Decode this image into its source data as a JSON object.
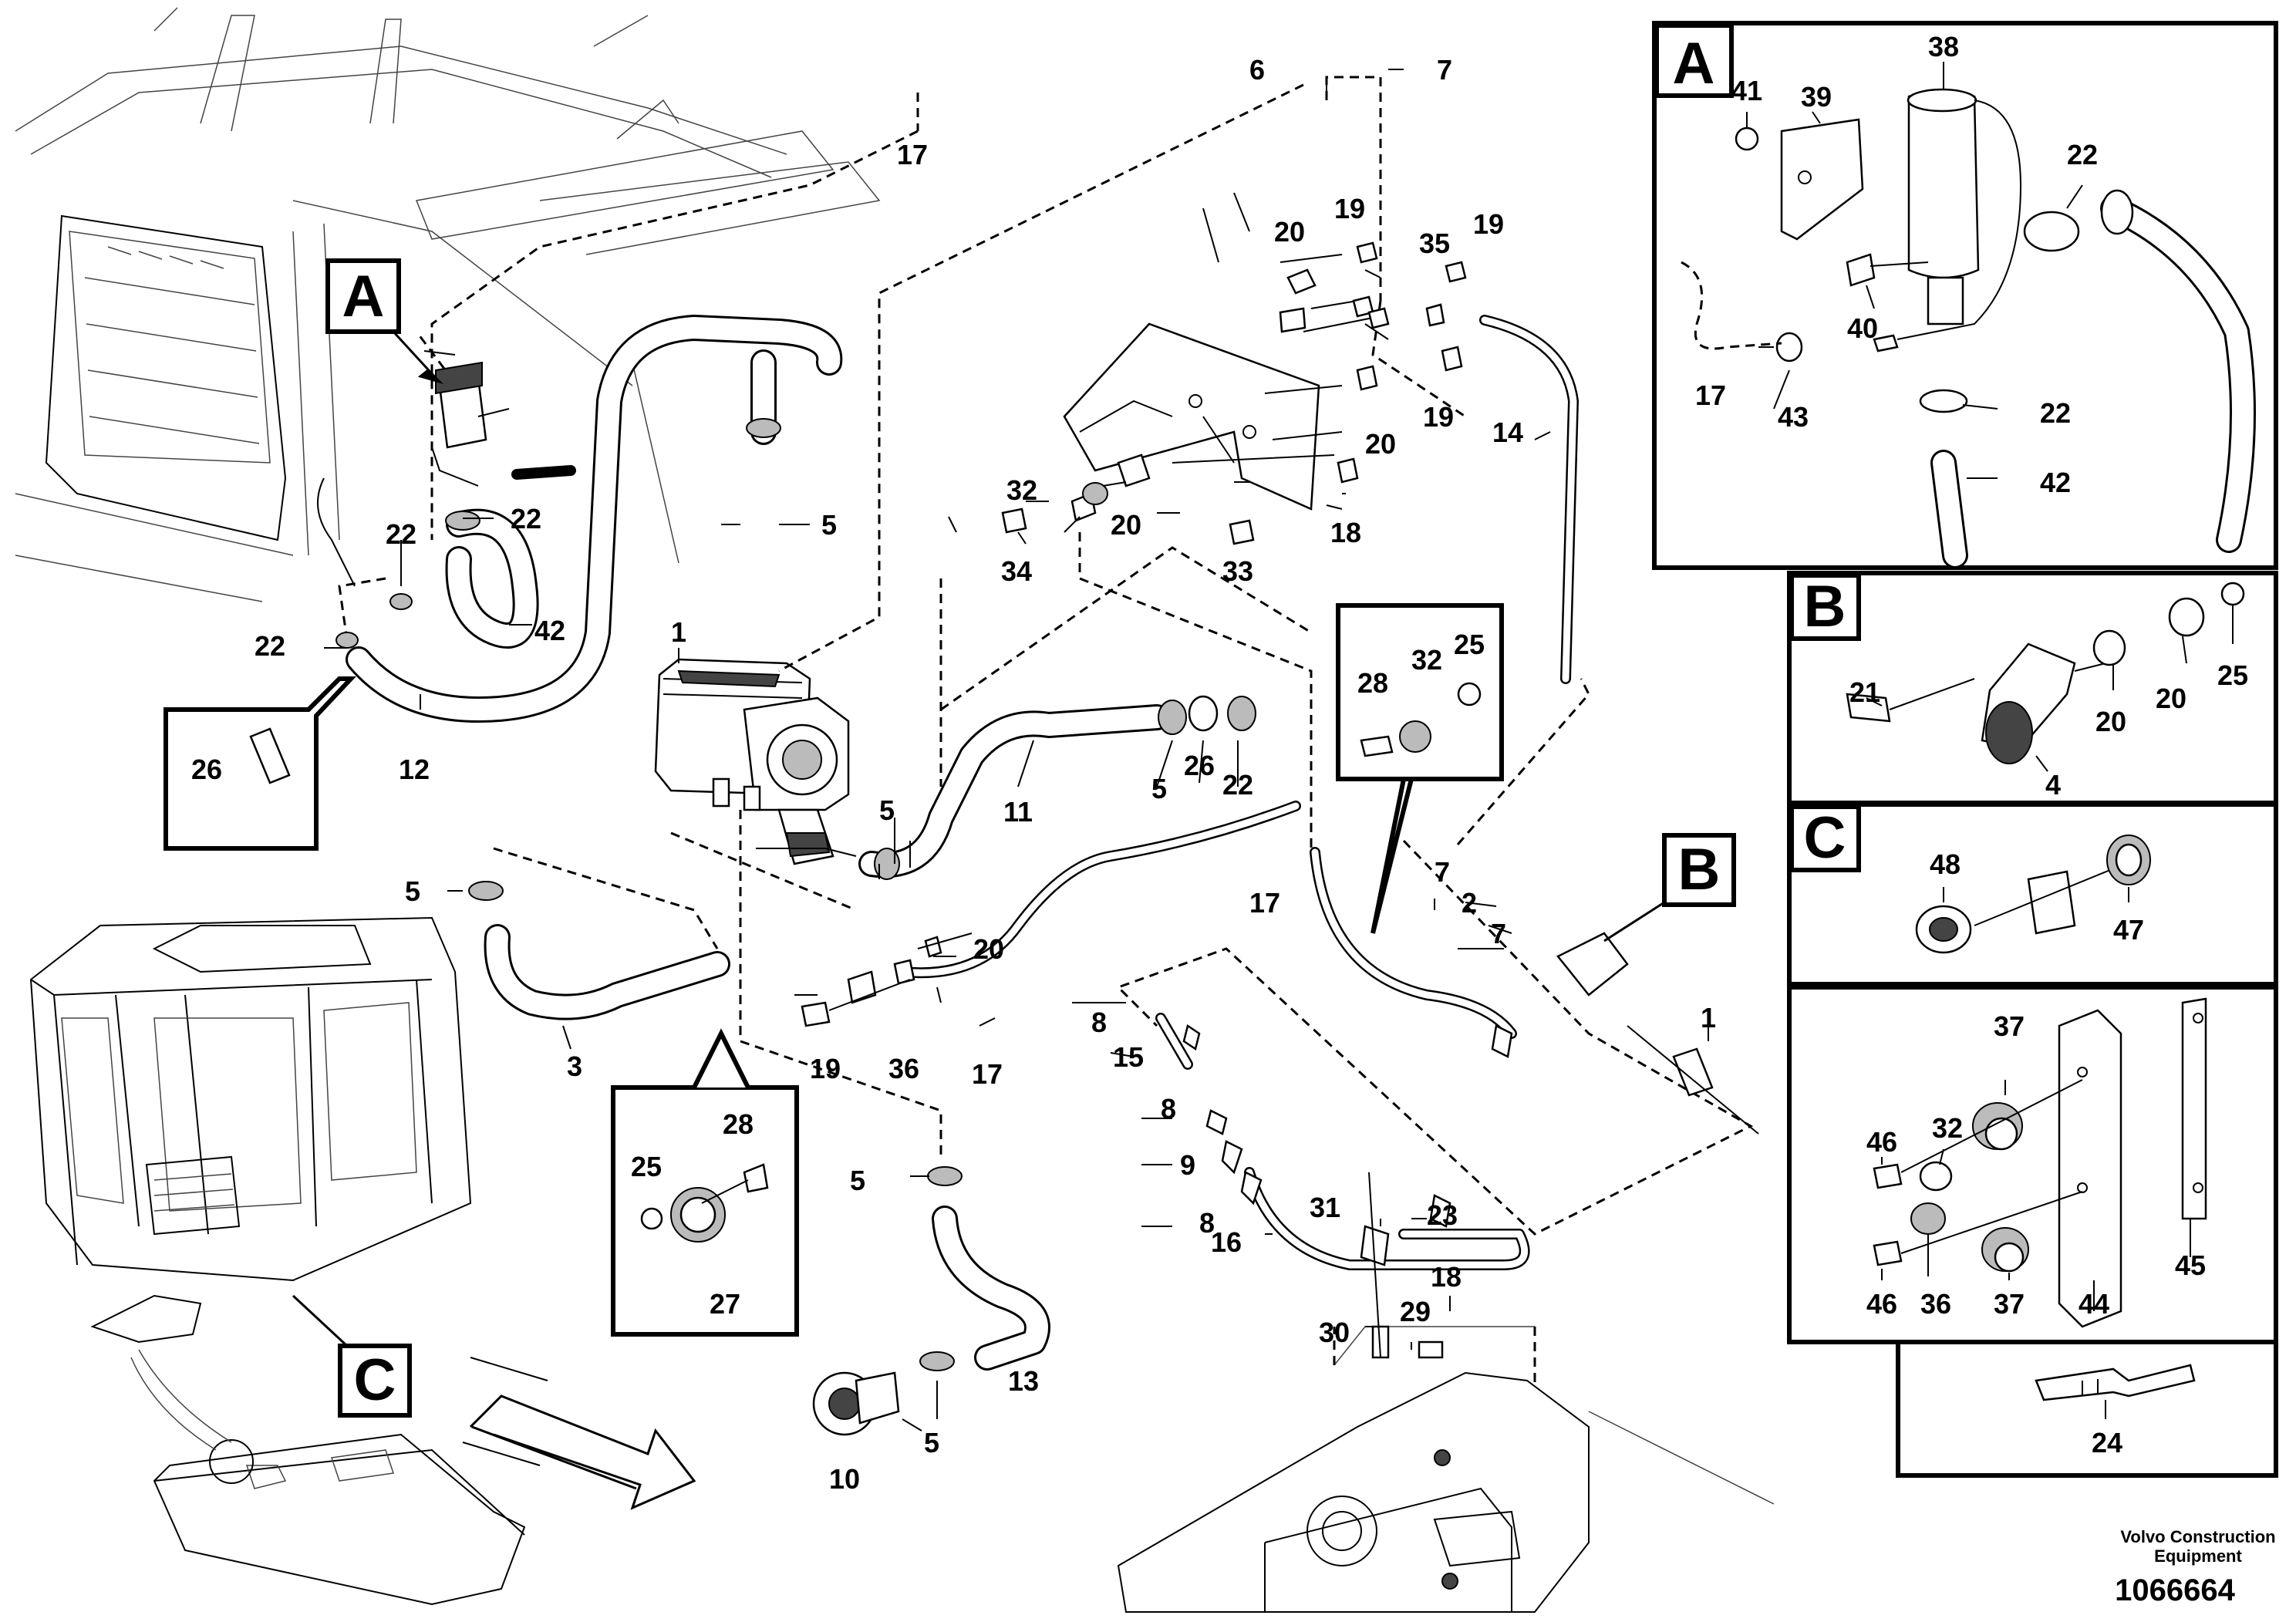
{
  "callouts": {
    "a": "A",
    "b": "B",
    "c": "C"
  },
  "labels": {
    "n1": "1",
    "n1b": "1",
    "n2": "2",
    "n3": "3",
    "n4": "4",
    "n5a": "5",
    "n5b": "5",
    "n5c": "5",
    "n5d": "5",
    "n5e": "5",
    "n5f": "5",
    "n6": "6",
    "n7a": "7",
    "n7b": "7",
    "n7c": "7",
    "n8a": "8",
    "n8b": "8",
    "n8c": "8",
    "n9": "9",
    "n10": "10",
    "n11": "11",
    "n12": "12",
    "n13": "13",
    "n14": "14",
    "n15": "15",
    "n16": "16",
    "n17a": "17",
    "n17b": "17",
    "n17c": "17",
    "n17d": "17",
    "n18a": "18",
    "n18b": "18",
    "n19a": "19",
    "n19b": "19",
    "n19c": "19",
    "n19d": "19",
    "n20a": "20",
    "n20b": "20",
    "n20c": "20",
    "n20d": "20",
    "n20e": "20",
    "n20f": "20",
    "n21": "21",
    "n22a": "22",
    "n22b": "22",
    "n22c": "22",
    "n22d": "22",
    "n22e": "22",
    "n22f": "22",
    "n23": "23",
    "n24": "24",
    "n25a": "25",
    "n25b": "25",
    "n25c": "25",
    "n26a": "26",
    "n26b": "26",
    "n27": "27",
    "n28a": "28",
    "n28b": "28",
    "n29": "29",
    "n30": "30",
    "n31": "31",
    "n32a": "32",
    "n32b": "32",
    "n32c": "32",
    "n33": "33",
    "n34": "34",
    "n35": "35",
    "n36a": "36",
    "n36b": "36",
    "n37a": "37",
    "n37b": "37",
    "n38": "38",
    "n39": "39",
    "n40": "40",
    "n41": "41",
    "n42a": "42",
    "n42b": "42",
    "n43": "43",
    "n44": "44",
    "n45": "45",
    "n46a": "46",
    "n46b": "46",
    "n47": "47",
    "n48": "48"
  },
  "footer": {
    "brand_line1": "Volvo Construction",
    "brand_line2": "Equipment",
    "drawing_number": "1066664"
  }
}
